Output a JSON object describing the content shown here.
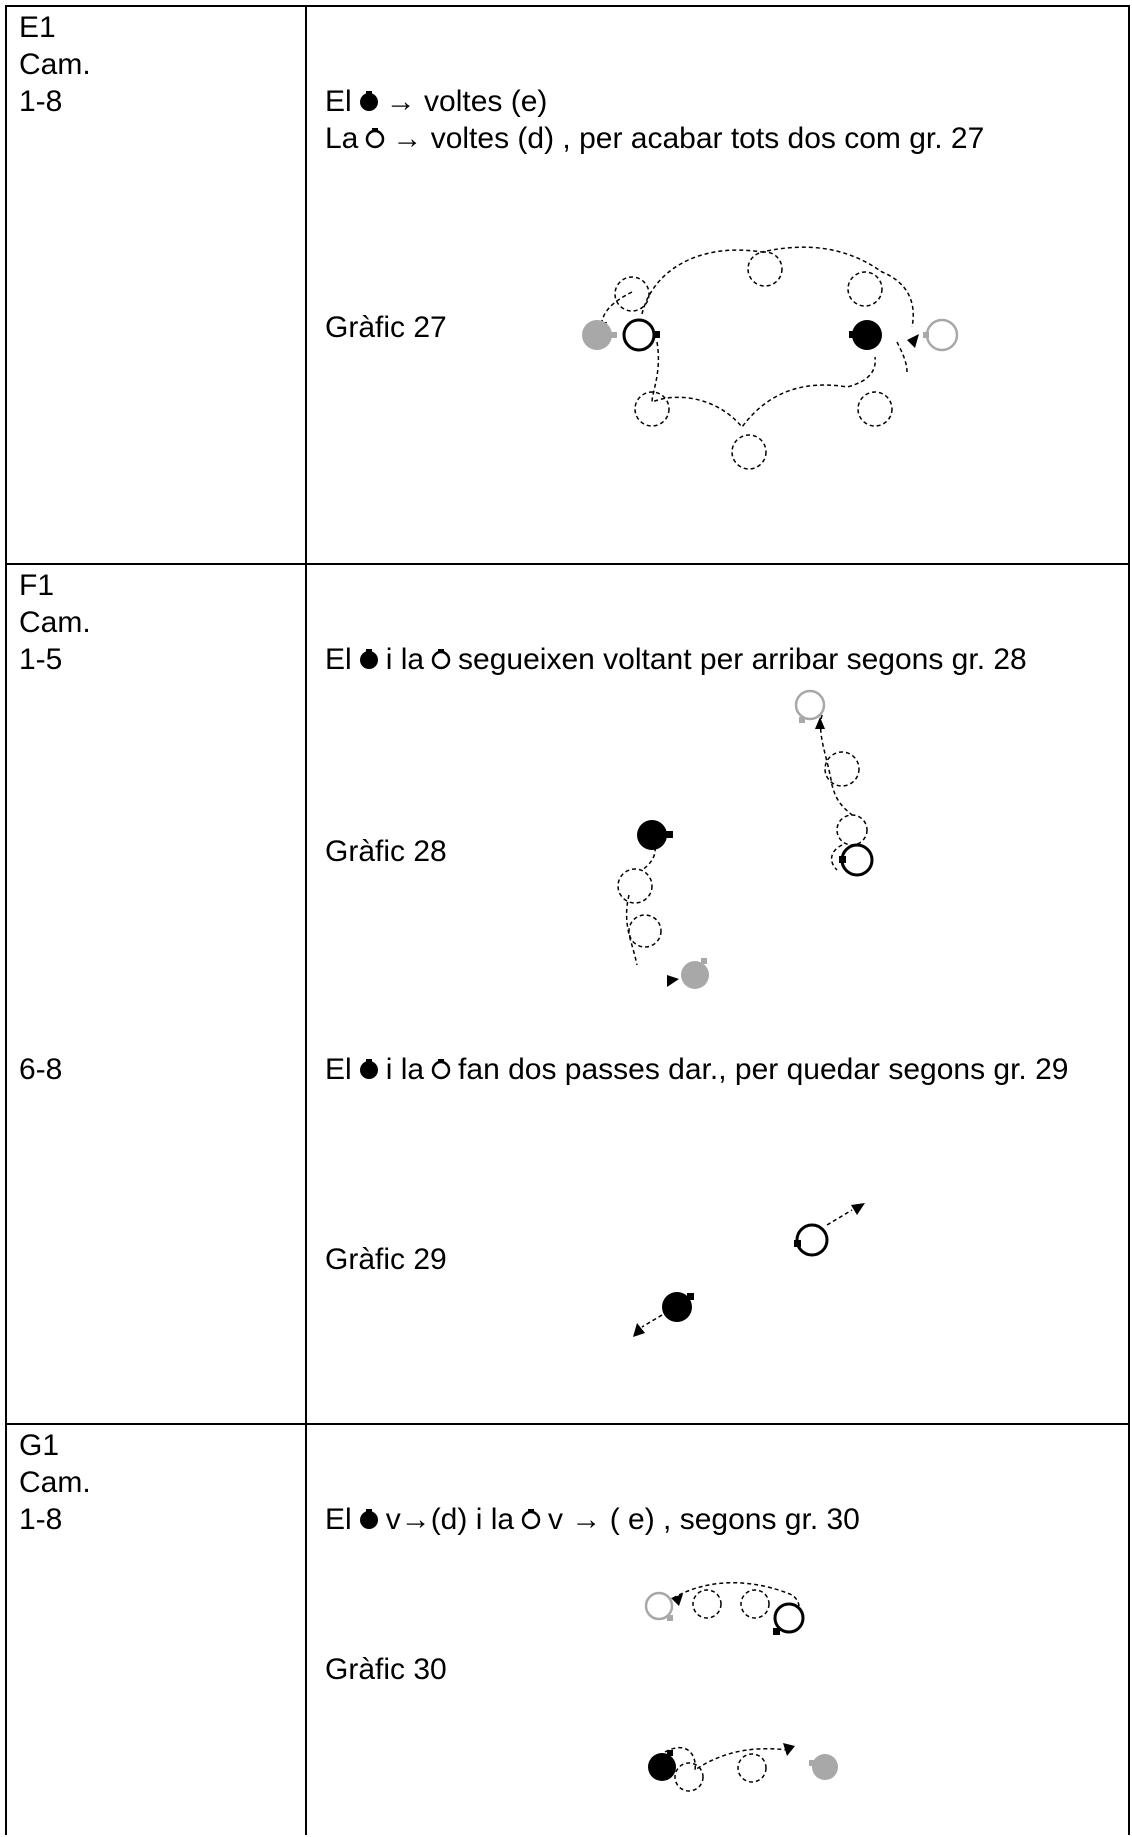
{
  "rows": [
    {
      "label": [
        "E1",
        "Cam.",
        "1-8"
      ],
      "instructions": [
        {
          "prefix": "El",
          "symbol": "filled-dancer-icon",
          "rest": "→ voltes (e)"
        },
        {
          "prefix": "La",
          "symbol": "outline-dancer-icon",
          "rest": "→ voltes (d) , per acabar tots dos com gr. 27"
        }
      ],
      "figure_caption": "Gràfic  27"
    },
    {
      "label": [
        "F1",
        "Cam.",
        "1-5"
      ],
      "instruction": {
        "prefix": "El",
        "symbol1": "filled-dancer-icon",
        "middle": "i la",
        "symbol2": "outline-dancer-icon",
        "rest": "segueixen voltant per arribar segons gr. 28"
      },
      "figure_caption": "Gràfic 28",
      "sub_label": "6-8",
      "instruction2": {
        "prefix": "El",
        "symbol1": "filled-dancer-icon",
        "middle": "i la",
        "symbol2": "outline-dancer-icon",
        "rest": "fan dos passes dar., per quedar segons gr. 29"
      },
      "figure_caption2": "Gràfic 29"
    },
    {
      "label": [
        "G1",
        "Cam.",
        "1-8"
      ],
      "instruction": {
        "prefix": "El",
        "symbol1": "filled-dancer-icon",
        "middle": "v→(d) i la",
        "symbol2": "outline-dancer-icon",
        "rest": "v → ( e) , segons gr. 30"
      },
      "figure_caption": "Gràfic 30"
    }
  ],
  "colors": {
    "filled": "#000000",
    "start_gray": "#a8a8a8",
    "line": "#000000"
  }
}
